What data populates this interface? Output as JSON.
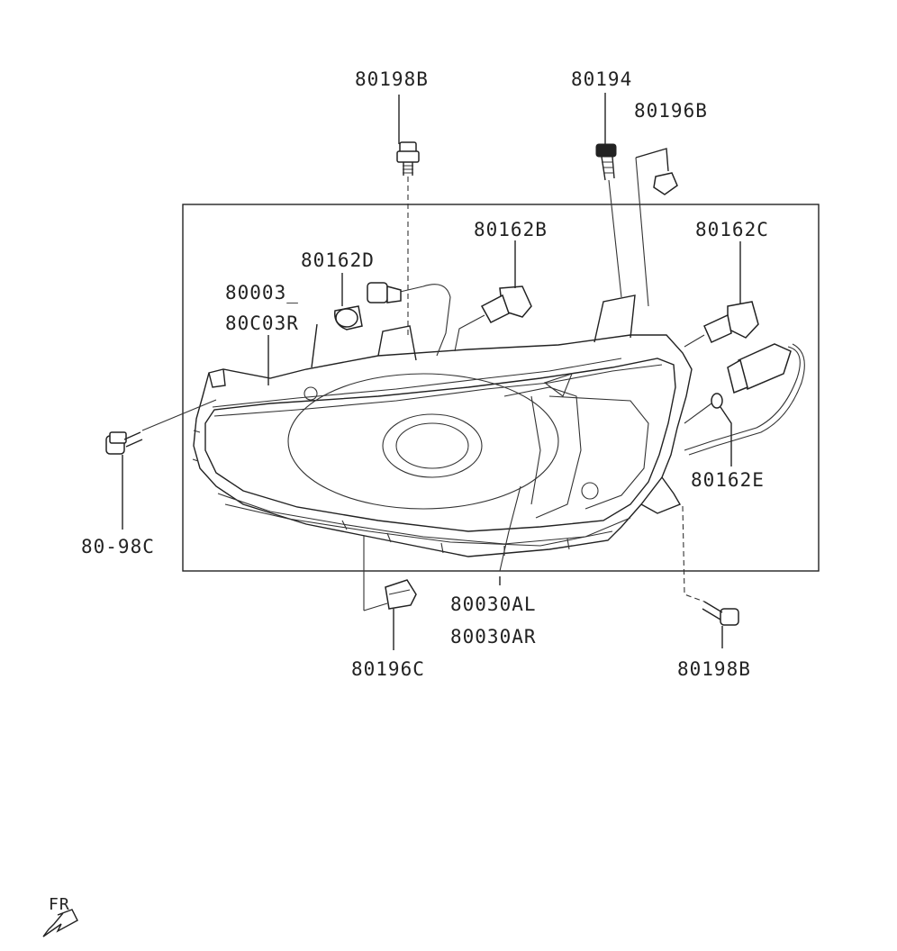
{
  "labels": {
    "p80198b_top": "80198B",
    "p80194": "80194",
    "p80196b": "80196B",
    "p80162b": "80162B",
    "p80162c": "80162C",
    "p80162d": "80162D",
    "p80003l": "80003_",
    "p80003r": "80C03R",
    "p80198c": "80-98C",
    "p80162e": "80162E",
    "p80030al": "80030AL",
    "p80030ar": "80030AR",
    "p80196c": "80196C",
    "p80198b_bottom": "80198B",
    "fr": "FR"
  },
  "colors": {
    "line": "#222222",
    "background": "#ffffff"
  },
  "icons": {
    "direction": "arrow-down-left-icon"
  }
}
